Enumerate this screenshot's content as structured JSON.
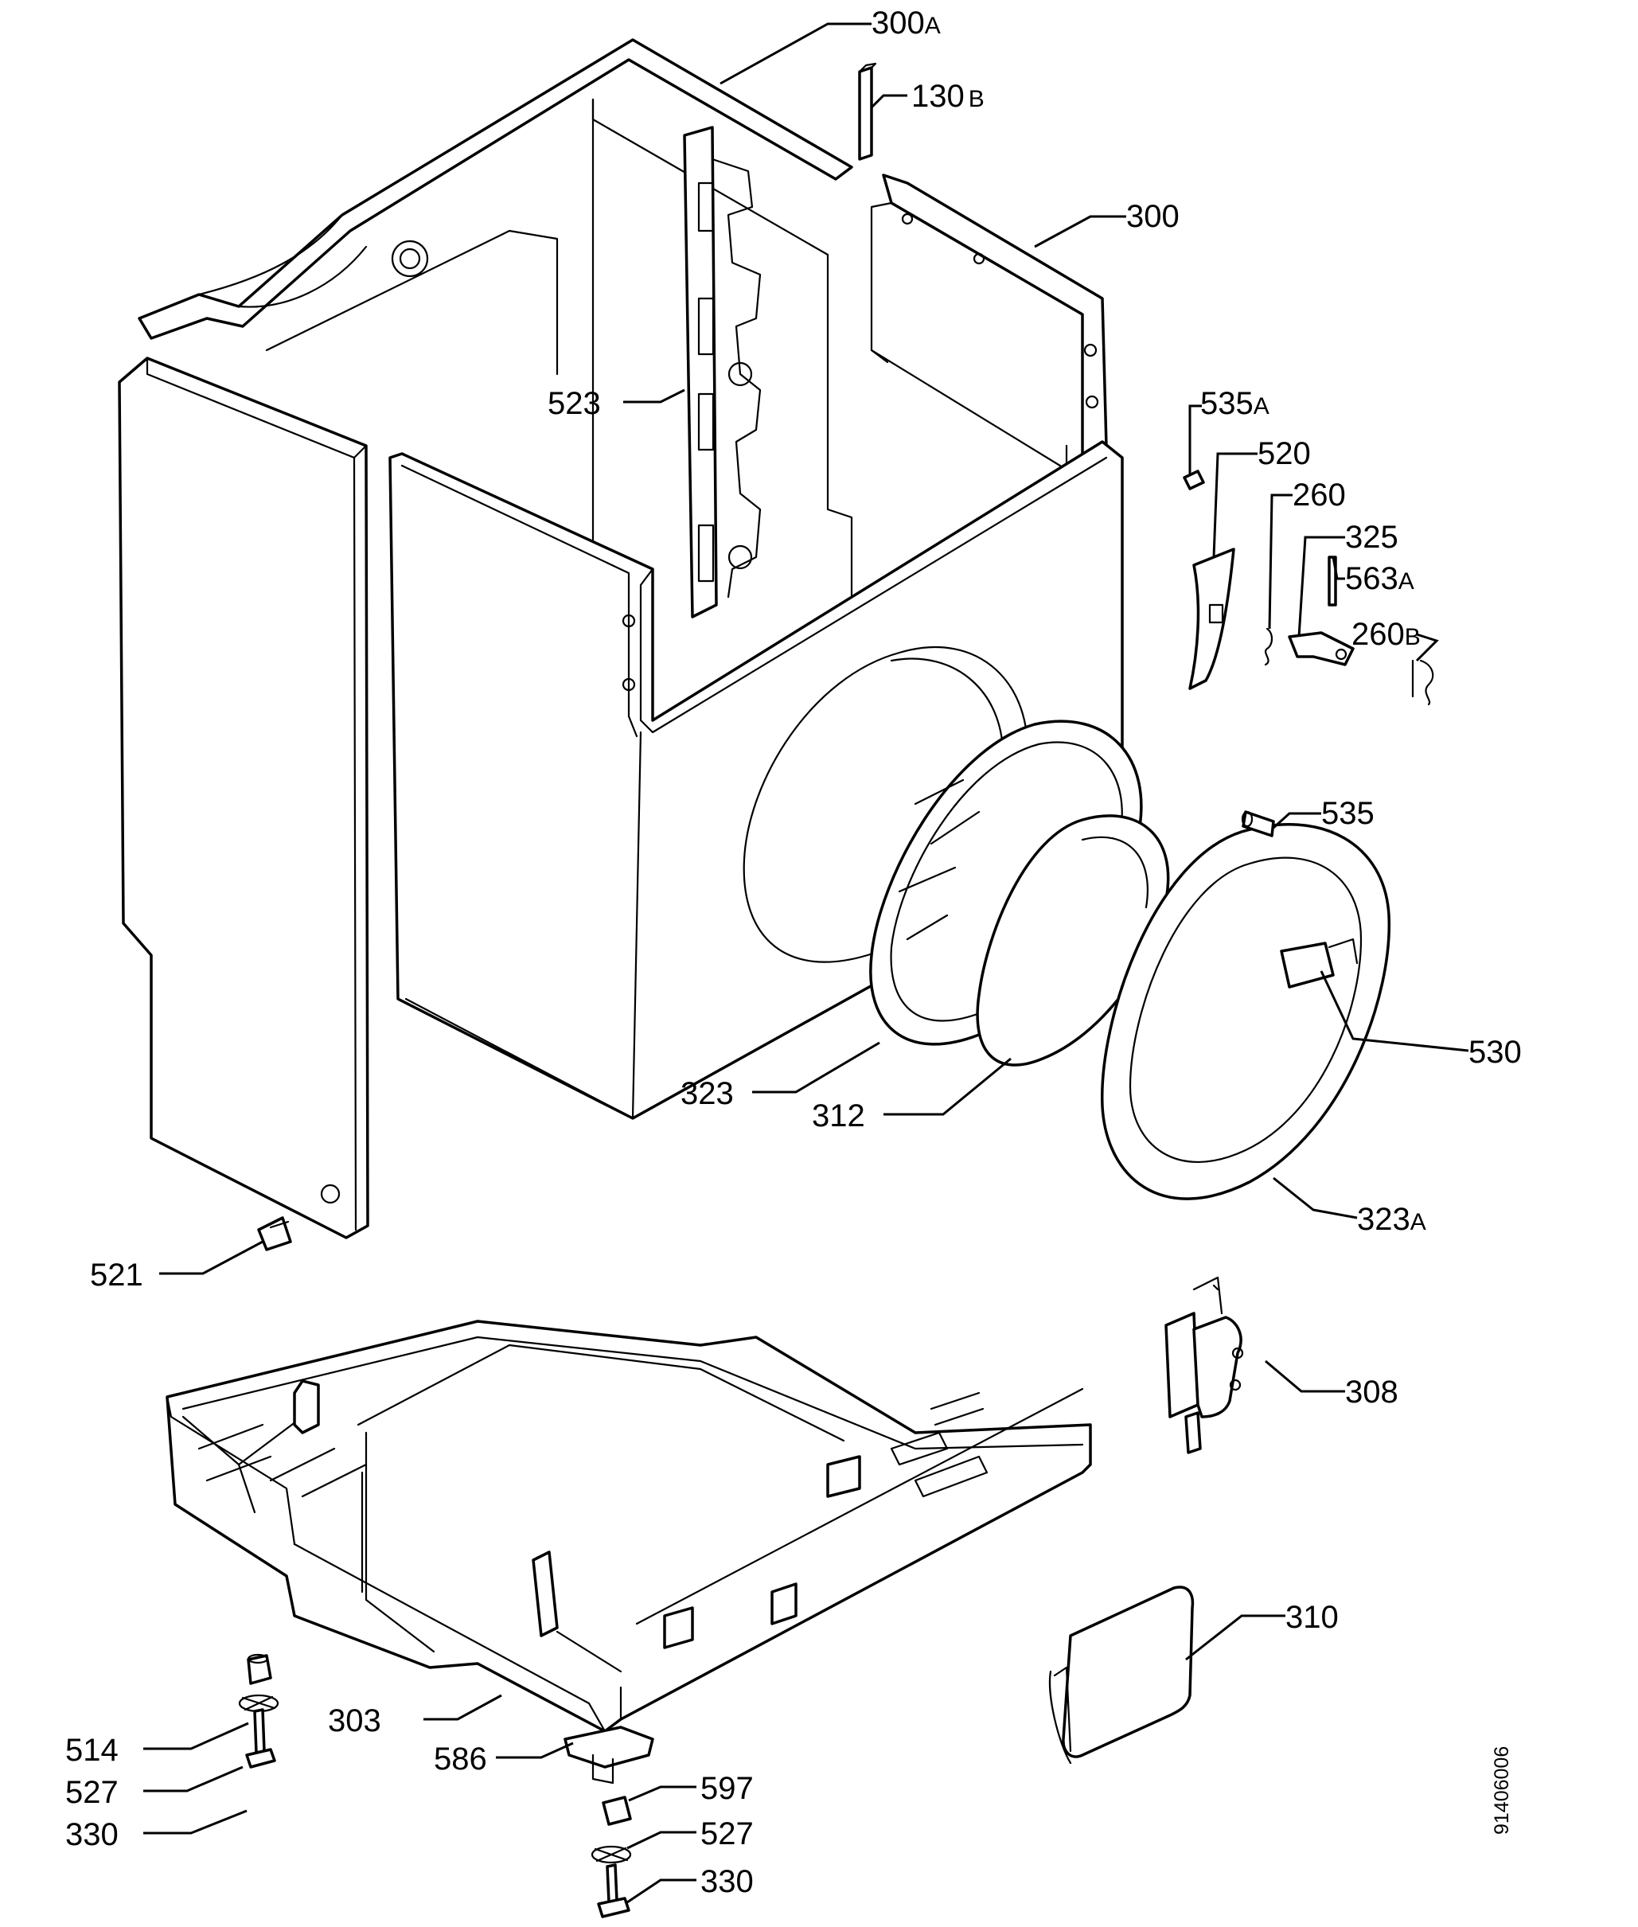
{
  "diagram_code": "91406006",
  "callouts": [
    {
      "id": "300A",
      "main": "300",
      "suffix": "A"
    },
    {
      "id": "130B",
      "main": "130",
      "suffix": "B"
    },
    {
      "id": "300",
      "main": "300",
      "suffix": ""
    },
    {
      "id": "523",
      "main": "523",
      "suffix": ""
    },
    {
      "id": "535A",
      "main": "535",
      "suffix": "A"
    },
    {
      "id": "520",
      "main": "520",
      "suffix": ""
    },
    {
      "id": "260",
      "main": "260",
      "suffix": ""
    },
    {
      "id": "325",
      "main": "325",
      "suffix": ""
    },
    {
      "id": "563A",
      "main": "563",
      "suffix": "A"
    },
    {
      "id": "260B",
      "main": "260",
      "suffix": "B"
    },
    {
      "id": "535",
      "main": "535",
      "suffix": ""
    },
    {
      "id": "530",
      "main": "530",
      "suffix": ""
    },
    {
      "id": "323",
      "main": "323",
      "suffix": ""
    },
    {
      "id": "312",
      "main": "312",
      "suffix": ""
    },
    {
      "id": "323A",
      "main": "323",
      "suffix": "A"
    },
    {
      "id": "521",
      "main": "521",
      "suffix": ""
    },
    {
      "id": "308",
      "main": "308",
      "suffix": ""
    },
    {
      "id": "310",
      "main": "310",
      "suffix": ""
    },
    {
      "id": "303",
      "main": "303",
      "suffix": ""
    },
    {
      "id": "514",
      "main": "514",
      "suffix": ""
    },
    {
      "id": "527a",
      "main": "527",
      "suffix": ""
    },
    {
      "id": "330a",
      "main": "330",
      "suffix": ""
    },
    {
      "id": "586",
      "main": "586",
      "suffix": ""
    },
    {
      "id": "597",
      "main": "597",
      "suffix": ""
    },
    {
      "id": "527b",
      "main": "527",
      "suffix": ""
    },
    {
      "id": "330b",
      "main": "330",
      "suffix": ""
    }
  ]
}
